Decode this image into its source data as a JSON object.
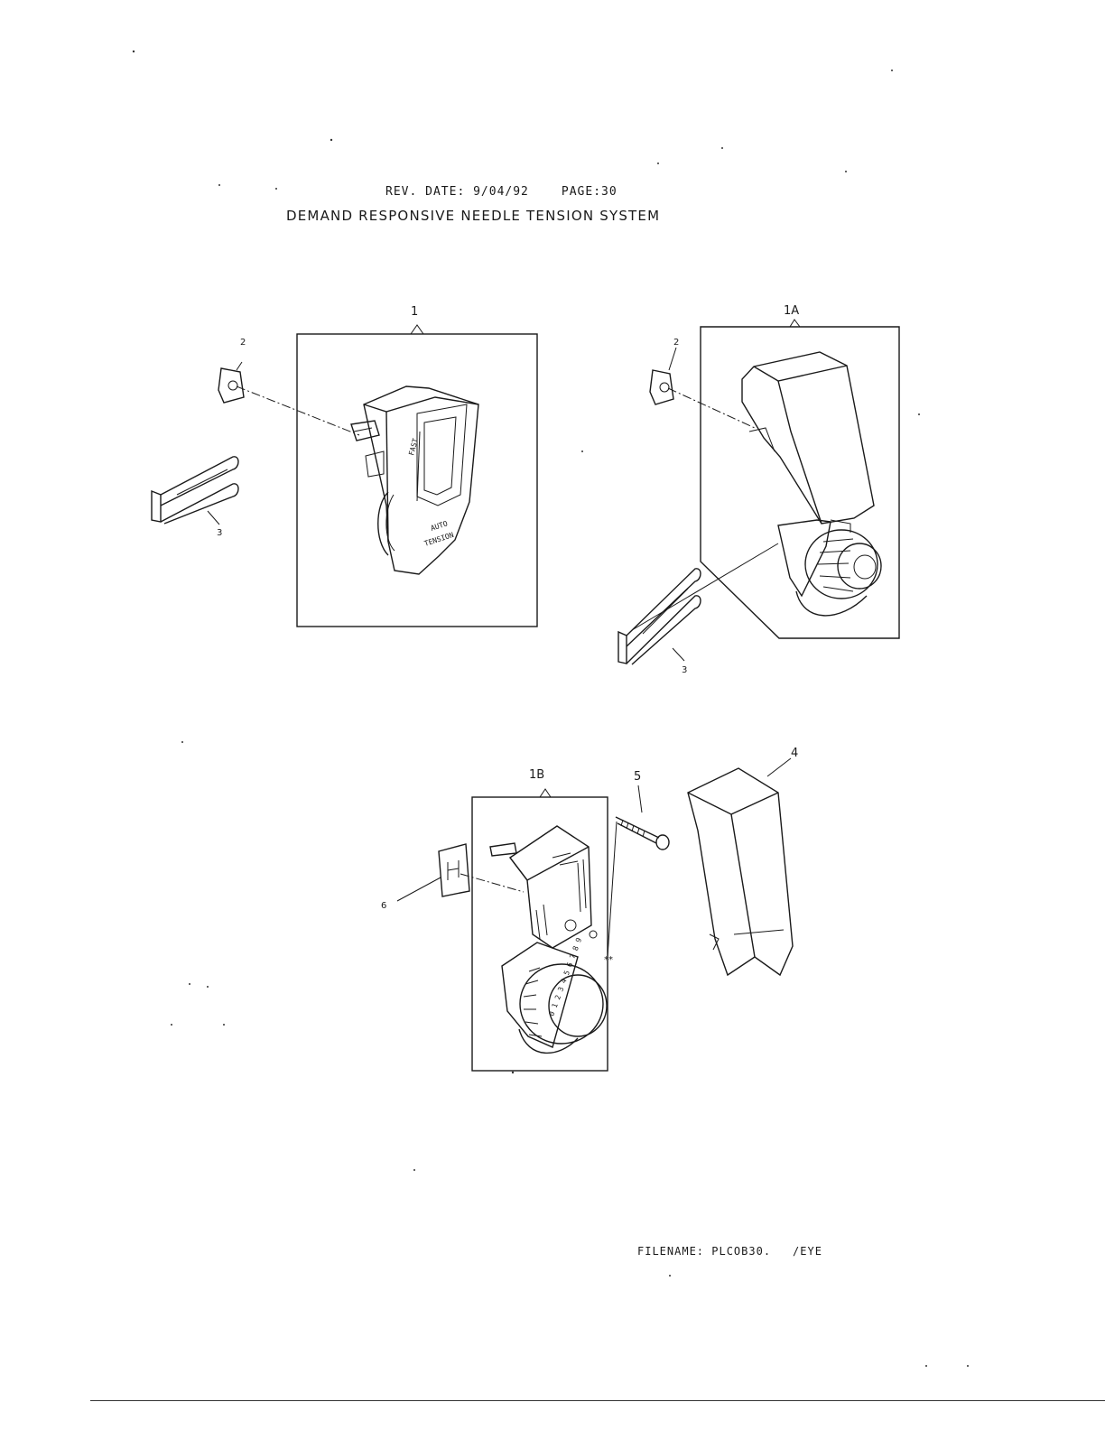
{
  "header": {
    "rev_date_line": "REV. DATE: 9/04/92",
    "page_line": "PAGE:30",
    "title": "DEMAND RESPONSIVE NEEDLE TENSION SYSTEM"
  },
  "callouts": {
    "group_1": "1",
    "group_1a": "1A",
    "group_1b": "1B",
    "part_2": "2",
    "part_3": "3",
    "part_4": "4",
    "part_5": "5",
    "part_6": "6"
  },
  "dial_markings": {
    "knob_1_text_a": "AUTO",
    "knob_1_text_b": "TENSION",
    "knob_1b_digits": "0 1 2 3 4 5 6 7 8 9"
  },
  "footer": {
    "filename": "FILENAME: PLCOB30.",
    "suffix": "/EYE"
  }
}
